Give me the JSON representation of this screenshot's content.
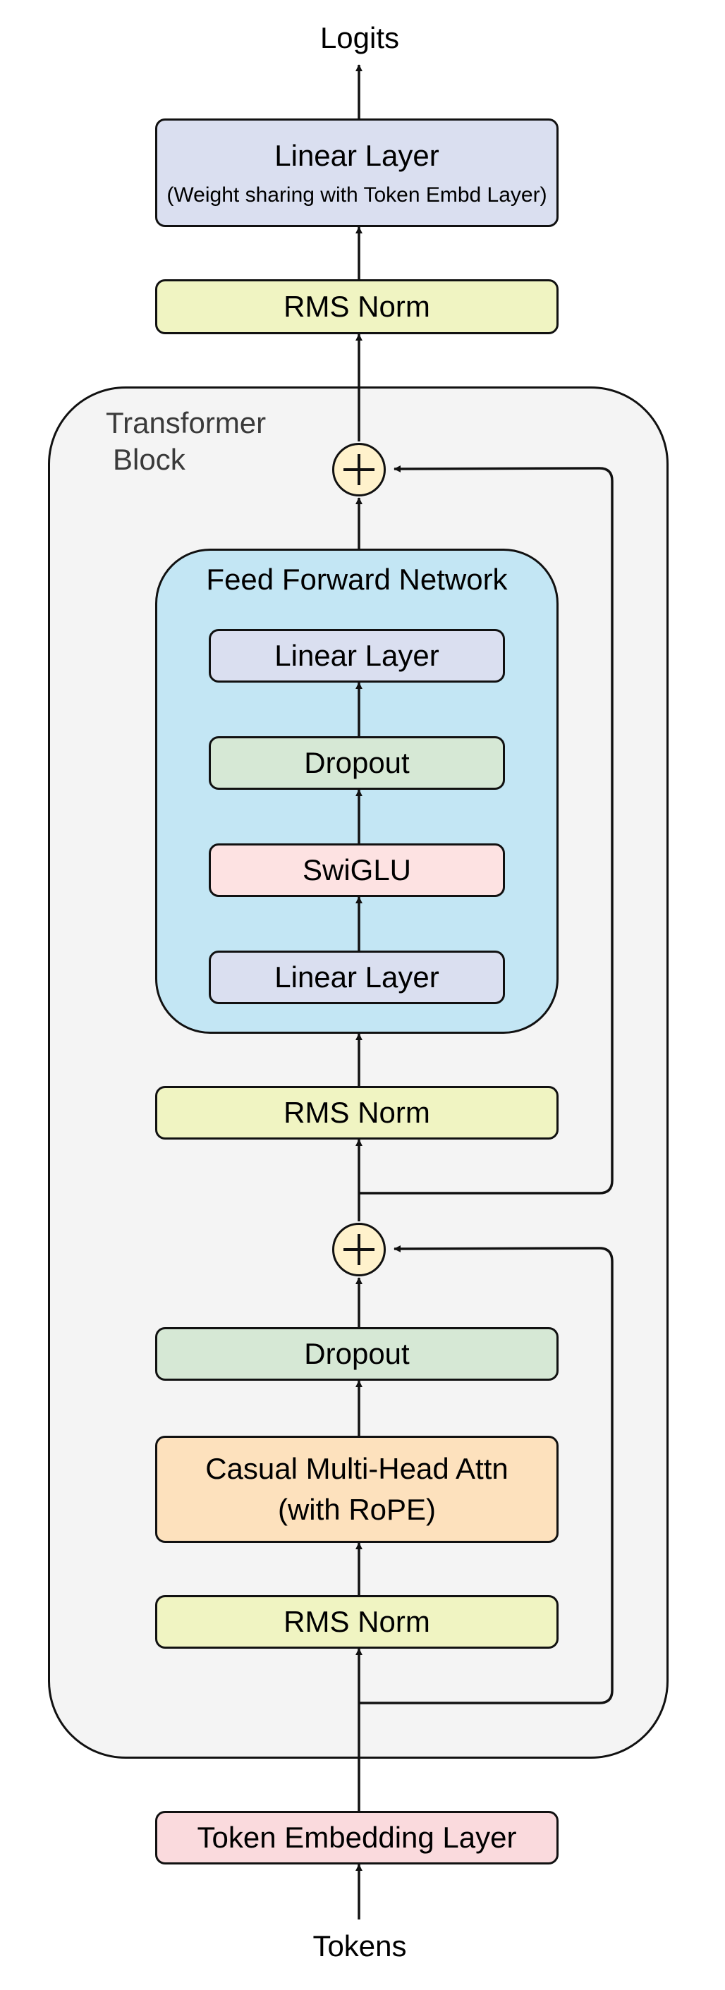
{
  "outputs": {
    "label": "Logits"
  },
  "inputs": {
    "label": "Tokens"
  },
  "top_linear": {
    "title": "Linear Layer",
    "subtitle": "(Weight sharing with Token Embd Layer)"
  },
  "final_norm": {
    "label": "RMS Norm"
  },
  "transformer_block": {
    "title_line1": "Transformer",
    "title_line2": "Block",
    "ffn": {
      "title": "Feed Forward Network",
      "layers": [
        "Linear Layer",
        "Dropout",
        "SwiGLU",
        "Linear Layer"
      ]
    },
    "ffn_norm": {
      "label": "RMS Norm"
    },
    "attn_dropout": {
      "label": "Dropout"
    },
    "attention": {
      "line1": "Casual Multi-Head Attn",
      "line2": "(with RoPE)"
    },
    "attn_norm": {
      "label": "RMS Norm"
    }
  },
  "embedding": {
    "label": "Token Embedding Layer"
  },
  "colors": {
    "rms_norm": "#f0f4c2",
    "linear": "#dadff0",
    "dropout": "#d6e8d5",
    "swiglu": "#fde2e2",
    "attention": "#fde1bd",
    "embedding": "#fadadd",
    "ffn_container": "#c3e6f4",
    "block_container": "#f4f4f4",
    "add_node": "#fff2cc"
  },
  "icons": {
    "add_node": "circled-plus-icon"
  }
}
